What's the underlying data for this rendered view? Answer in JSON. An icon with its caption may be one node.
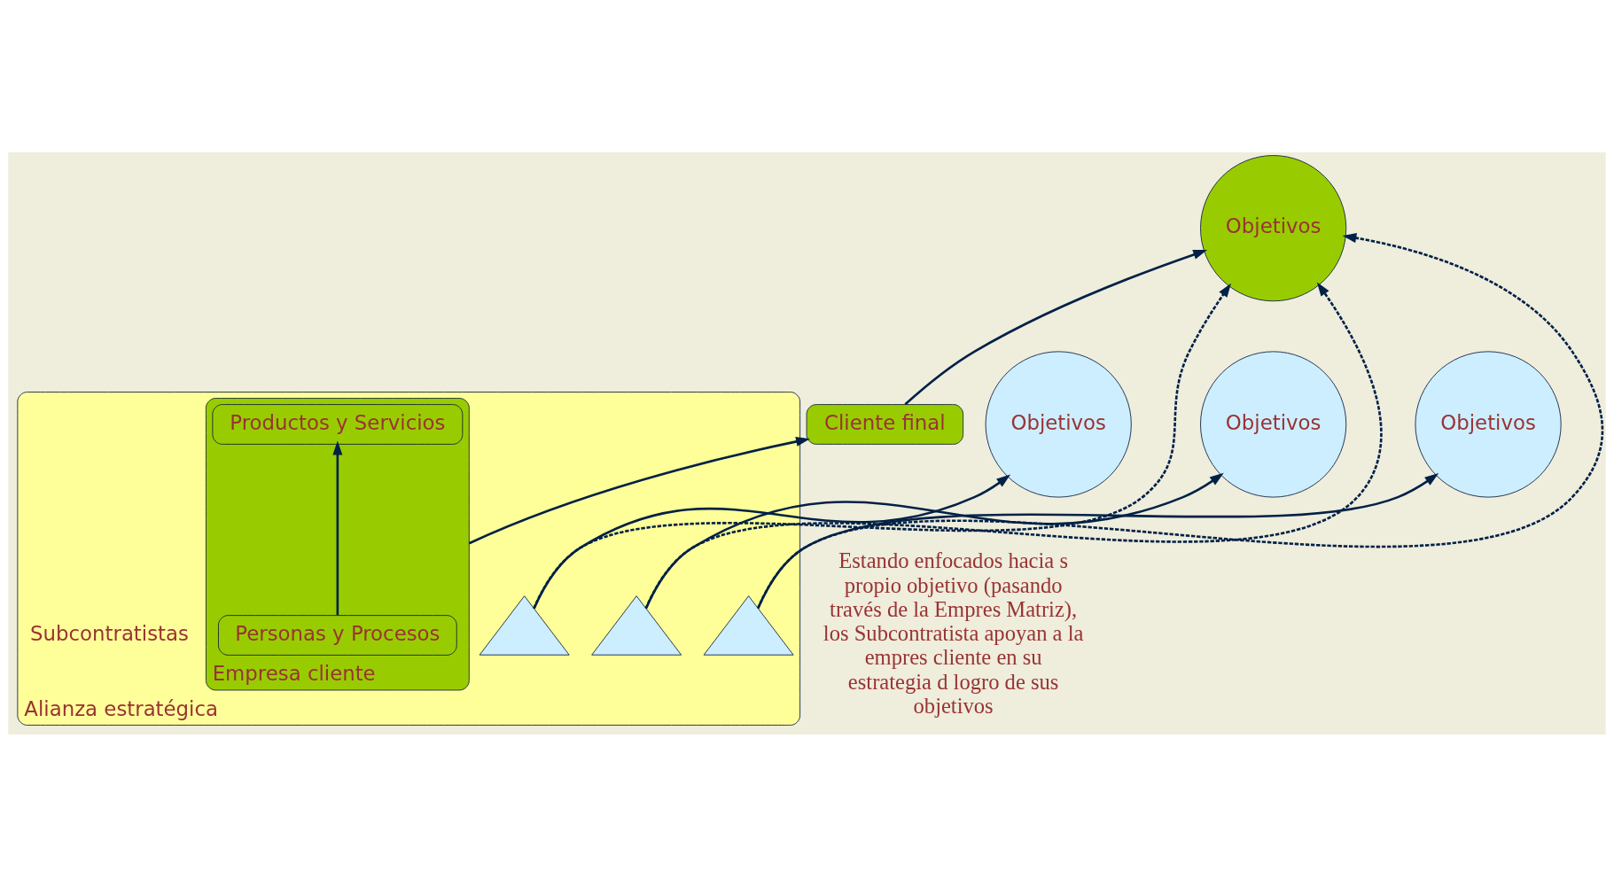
{
  "diagram": {
    "nodes": [
      {
        "text": [
          "Objetivos"
        ]
      },
      {
        "text": [
          "Objetivos"
        ]
      },
      {
        "text": [
          "Objetivos"
        ]
      },
      {
        "text": [
          "Alianza estratégica"
        ]
      },
      {
        "text": [
          "Empresa cliente"
        ],
        "in": 3
      },
      {
        "text": [
          "Personas y Procesos"
        ],
        "in": 4
      },
      {
        "text": [
          "Productos y Servicios"
        ],
        "in": 4
      },
      {
        "text": [],
        "shape": "triangle",
        "in": 3
      },
      {
        "text": [],
        "shape": "triangle",
        "in": 3
      },
      {
        "text": [],
        "shape": "triangle",
        "in": 3
      },
      {
        "text": [
          "Cliente final"
        ]
      },
      {
        "text": [
          "Objetivos"
        ]
      }
    ],
    "edges": [
      {
        "from": 5,
        "to": 6,
        "arrow": "to"
      },
      {
        "from": 4,
        "to": 10,
        "arrow": "to"
      },
      {
        "from": 10,
        "to": 11,
        "arrow": "to"
      },
      {
        "from": 7,
        "to": 2,
        "arrow": "to"
      },
      {
        "from": 8,
        "to": 1,
        "arrow": "to"
      },
      {
        "from": 9,
        "to": 0,
        "arrow": "to"
      },
      {
        "from": 7,
        "to": 11,
        "arrow": "to",
        "style": "dashed"
      },
      {
        "from": 8,
        "to": 11,
        "arrow": "to",
        "style": "dashed"
      },
      {
        "from": 9,
        "to": 11,
        "arrow": "to",
        "style": "dashed"
      }
    ],
    "labels": [
      "Subcontratistas",
      "Estando enfocados hacia s propio objetivo (pasando través de la Empres Matriz), los Subcontratista apoyan a la empres cliente en su estrategia d logro de sus objetivos"
    ]
  }
}
